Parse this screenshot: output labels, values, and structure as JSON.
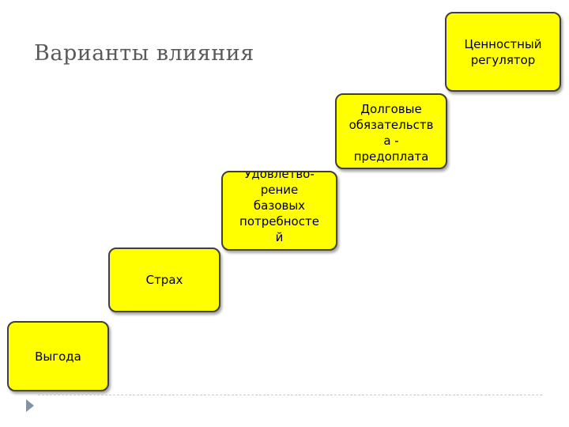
{
  "slide": {
    "title": "Варианты влияния"
  },
  "colors": {
    "box_fill": "#ffff00",
    "box_border": "#3f3f3f",
    "title_text": "#5a5a5a",
    "footer_line": "#c9c9c9",
    "footer_arrow": "#7f93a8"
  },
  "steps": [
    {
      "label": "Выгода"
    },
    {
      "label": "Страх"
    },
    {
      "label": "Удовлетво-\nрение\nбазовых\nпотребносте\nй"
    },
    {
      "label": "Долговые\nобязательств\nа -\nпредоплата"
    },
    {
      "label": "Ценностный\nрегулятор"
    }
  ],
  "footer": {
    "arrow_icon": "triangle-right-icon"
  }
}
